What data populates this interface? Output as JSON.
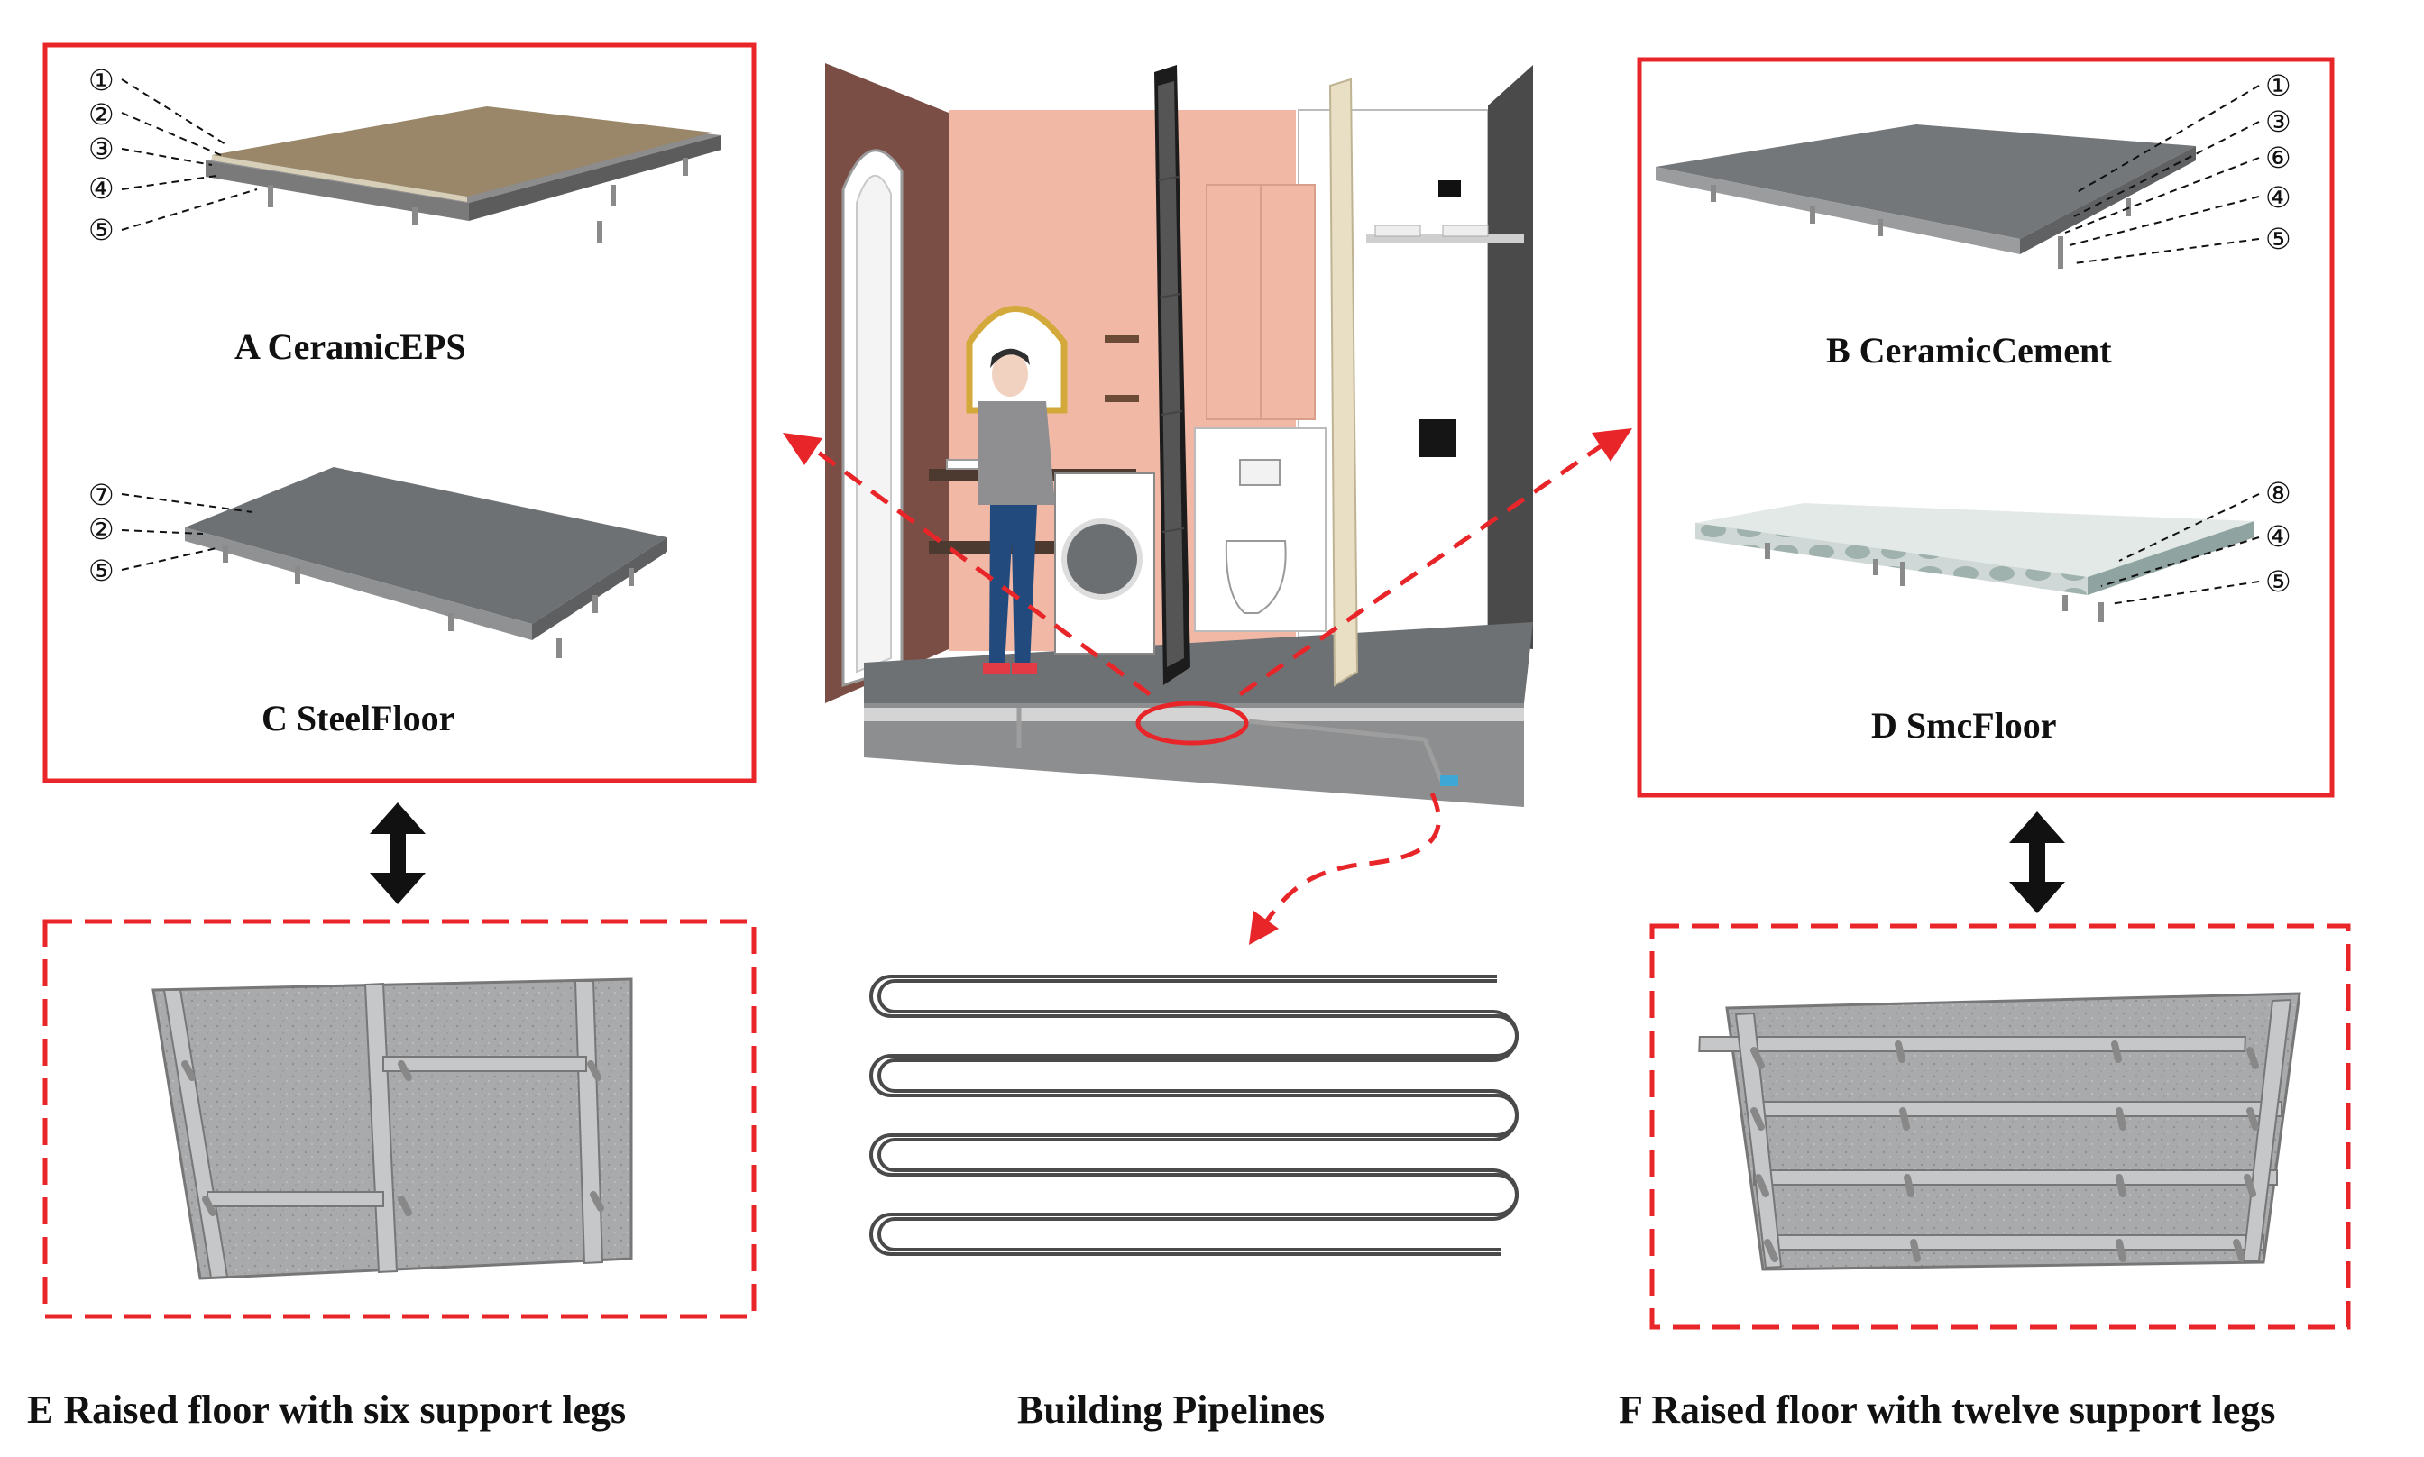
{
  "panels": {
    "a": {
      "label": "A  CeramicEPS",
      "markers": [
        "①",
        "②",
        "③",
        "④",
        "⑤"
      ]
    },
    "c": {
      "label": "C SteelFloor",
      "markers": [
        "⑦",
        "②",
        "⑤"
      ]
    },
    "b": {
      "label": "B CeramicCement",
      "markers": [
        "①",
        "③",
        "⑥",
        "④",
        "⑤"
      ]
    },
    "d": {
      "label": "D   SmcFloor",
      "markers": [
        "⑧",
        "④",
        "⑤"
      ]
    }
  },
  "captions": {
    "e": "E  Raised floor with six support legs",
    "pipes": "Building Pipelines",
    "f": "F  Raised floor with twelve support legs"
  },
  "colors": {
    "accent_red": "#e8262a",
    "tile_brown": "#9a876a",
    "floor_gray": "#6e7174",
    "wall_pink": "#f2b8a6",
    "board_gray": "#a7a8aa"
  }
}
